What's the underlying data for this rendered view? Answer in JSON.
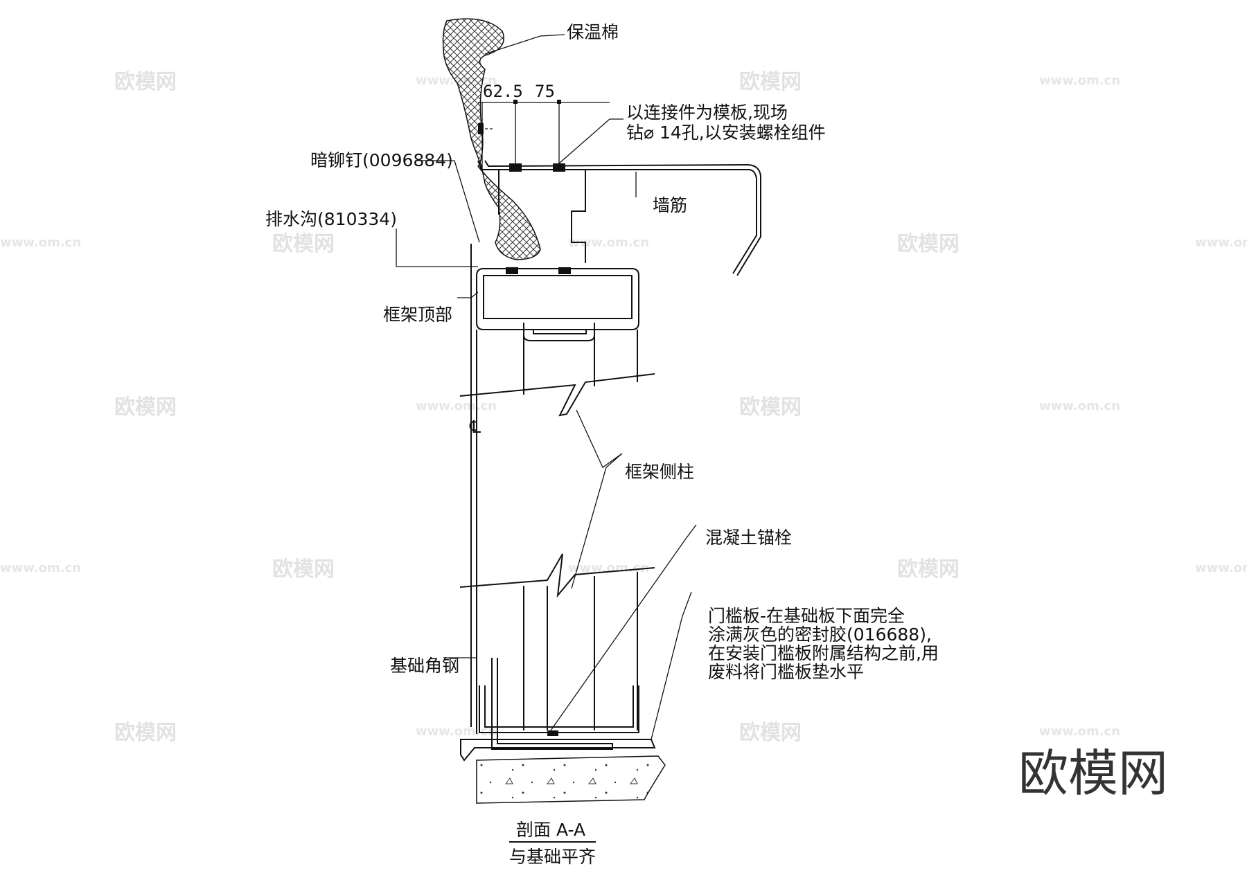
{
  "labels": {
    "insulation": "保温棉",
    "template_note_1": "以连接件为模板,现场",
    "template_note_2": "钻⌀ 14孔,以安装螺栓组件",
    "blind_rivet": "暗铆钉(0096884)",
    "drain_channel": "排水沟(810334)",
    "wall_rib": "墙筋",
    "frame_top": "框架顶部",
    "frame_side_post": "框架侧柱",
    "concrete_anchor": "混凝土锚栓",
    "sill_note_1": "门槛板-在基础板下面完全",
    "sill_note_2": "涂满灰色的密封胶(016688),",
    "sill_note_3": "在安装门槛板附属结构之前,用",
    "sill_note_4": "废料将门槛板垫水平",
    "foundation_angle": "基础角钢",
    "centerline_symbol": "℄",
    "section_title": "剖面 A-A",
    "section_subtitle": "与基础平齐"
  },
  "dimensions": {
    "dim_1": "62.5",
    "dim_2": "75"
  },
  "watermarks": {
    "brand": "欧模网",
    "site": "www.om.cn",
    "big_logo": "欧模网"
  },
  "colors": {
    "line": "#111111",
    "watermark": "#e2e2e2",
    "background": "#ffffff"
  }
}
